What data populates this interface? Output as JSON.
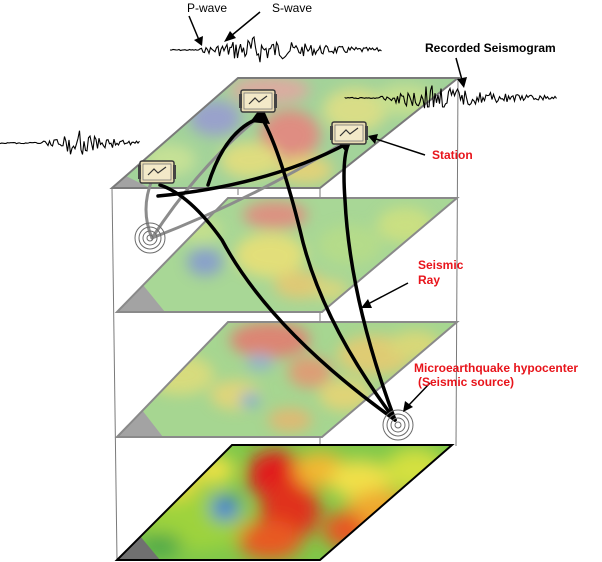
{
  "labels": {
    "p_wave": "P-wave",
    "s_wave": "S-wave",
    "recorded_seismogram": "Recorded Seismogram",
    "station": "Station",
    "seismic_ray_line1": "Seismic",
    "seismic_ray_line2": "Ray",
    "hypocenter_line1": "Microearthquake hypocenter",
    "hypocenter_line2": "(Seismic source)"
  },
  "colors": {
    "label_red": "#e8141b",
    "ray": "#000000",
    "ray_gray": "#8c8c8c",
    "box_edge": "#6f6f6f",
    "station_body": "#e9dcb4"
  },
  "icons": {
    "station": "seismometer-station-icon",
    "source": "concentric-rings-source-icon"
  }
}
